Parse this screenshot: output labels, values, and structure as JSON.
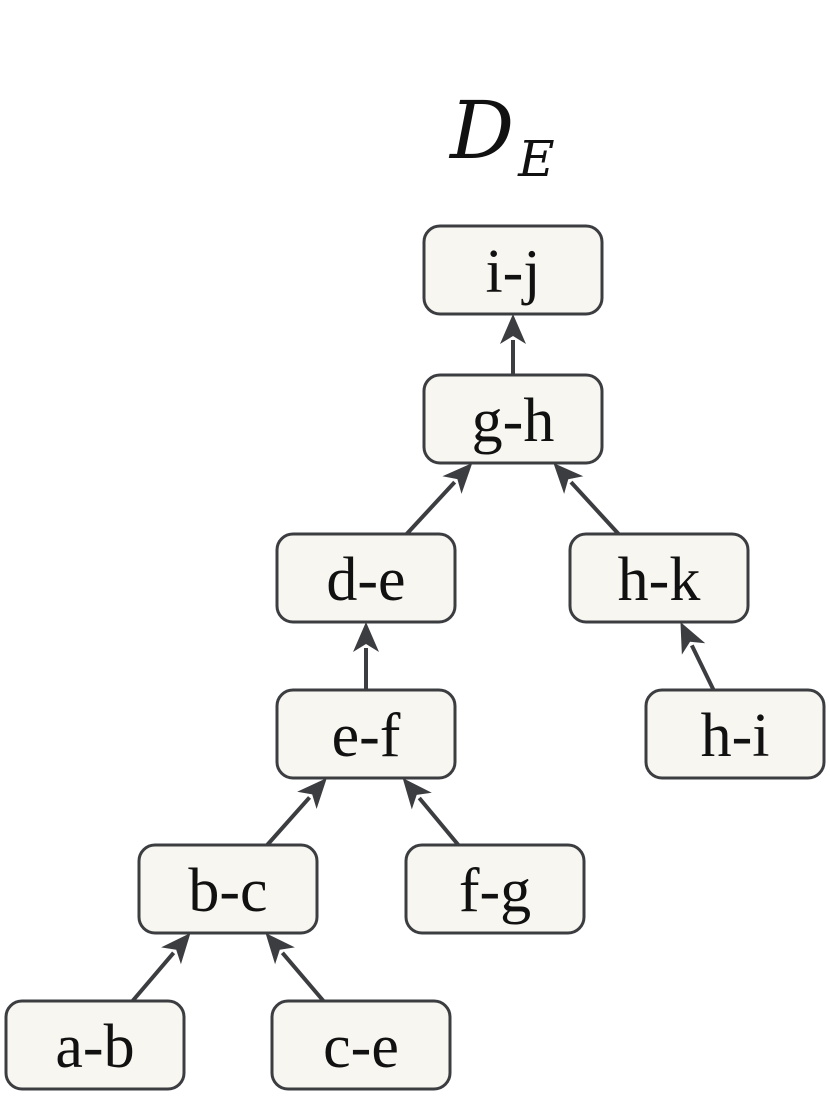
{
  "title": {
    "main": "D",
    "subscript": "E"
  },
  "colors": {
    "node_fill": "#f8f6f0",
    "node_stroke": "#3b3d40",
    "edge": "#3b3d40",
    "text": "#111111"
  },
  "nodes": [
    {
      "id": "ij",
      "label": "i-j"
    },
    {
      "id": "gh",
      "label": "g-h"
    },
    {
      "id": "de",
      "label": "d-e"
    },
    {
      "id": "hk",
      "label": "h-k"
    },
    {
      "id": "ef",
      "label": "e-f"
    },
    {
      "id": "hi",
      "label": "h-i"
    },
    {
      "id": "bc",
      "label": "b-c"
    },
    {
      "id": "fg",
      "label": "f-g"
    },
    {
      "id": "ab",
      "label": "a-b"
    },
    {
      "id": "ce",
      "label": "c-e"
    }
  ],
  "edges": [
    {
      "from": "gh",
      "to": "ij"
    },
    {
      "from": "de",
      "to": "gh"
    },
    {
      "from": "hk",
      "to": "gh"
    },
    {
      "from": "ef",
      "to": "de"
    },
    {
      "from": "hi",
      "to": "hk"
    },
    {
      "from": "bc",
      "to": "ef"
    },
    {
      "from": "fg",
      "to": "ef"
    },
    {
      "from": "ab",
      "to": "bc"
    },
    {
      "from": "ce",
      "to": "bc"
    }
  ]
}
